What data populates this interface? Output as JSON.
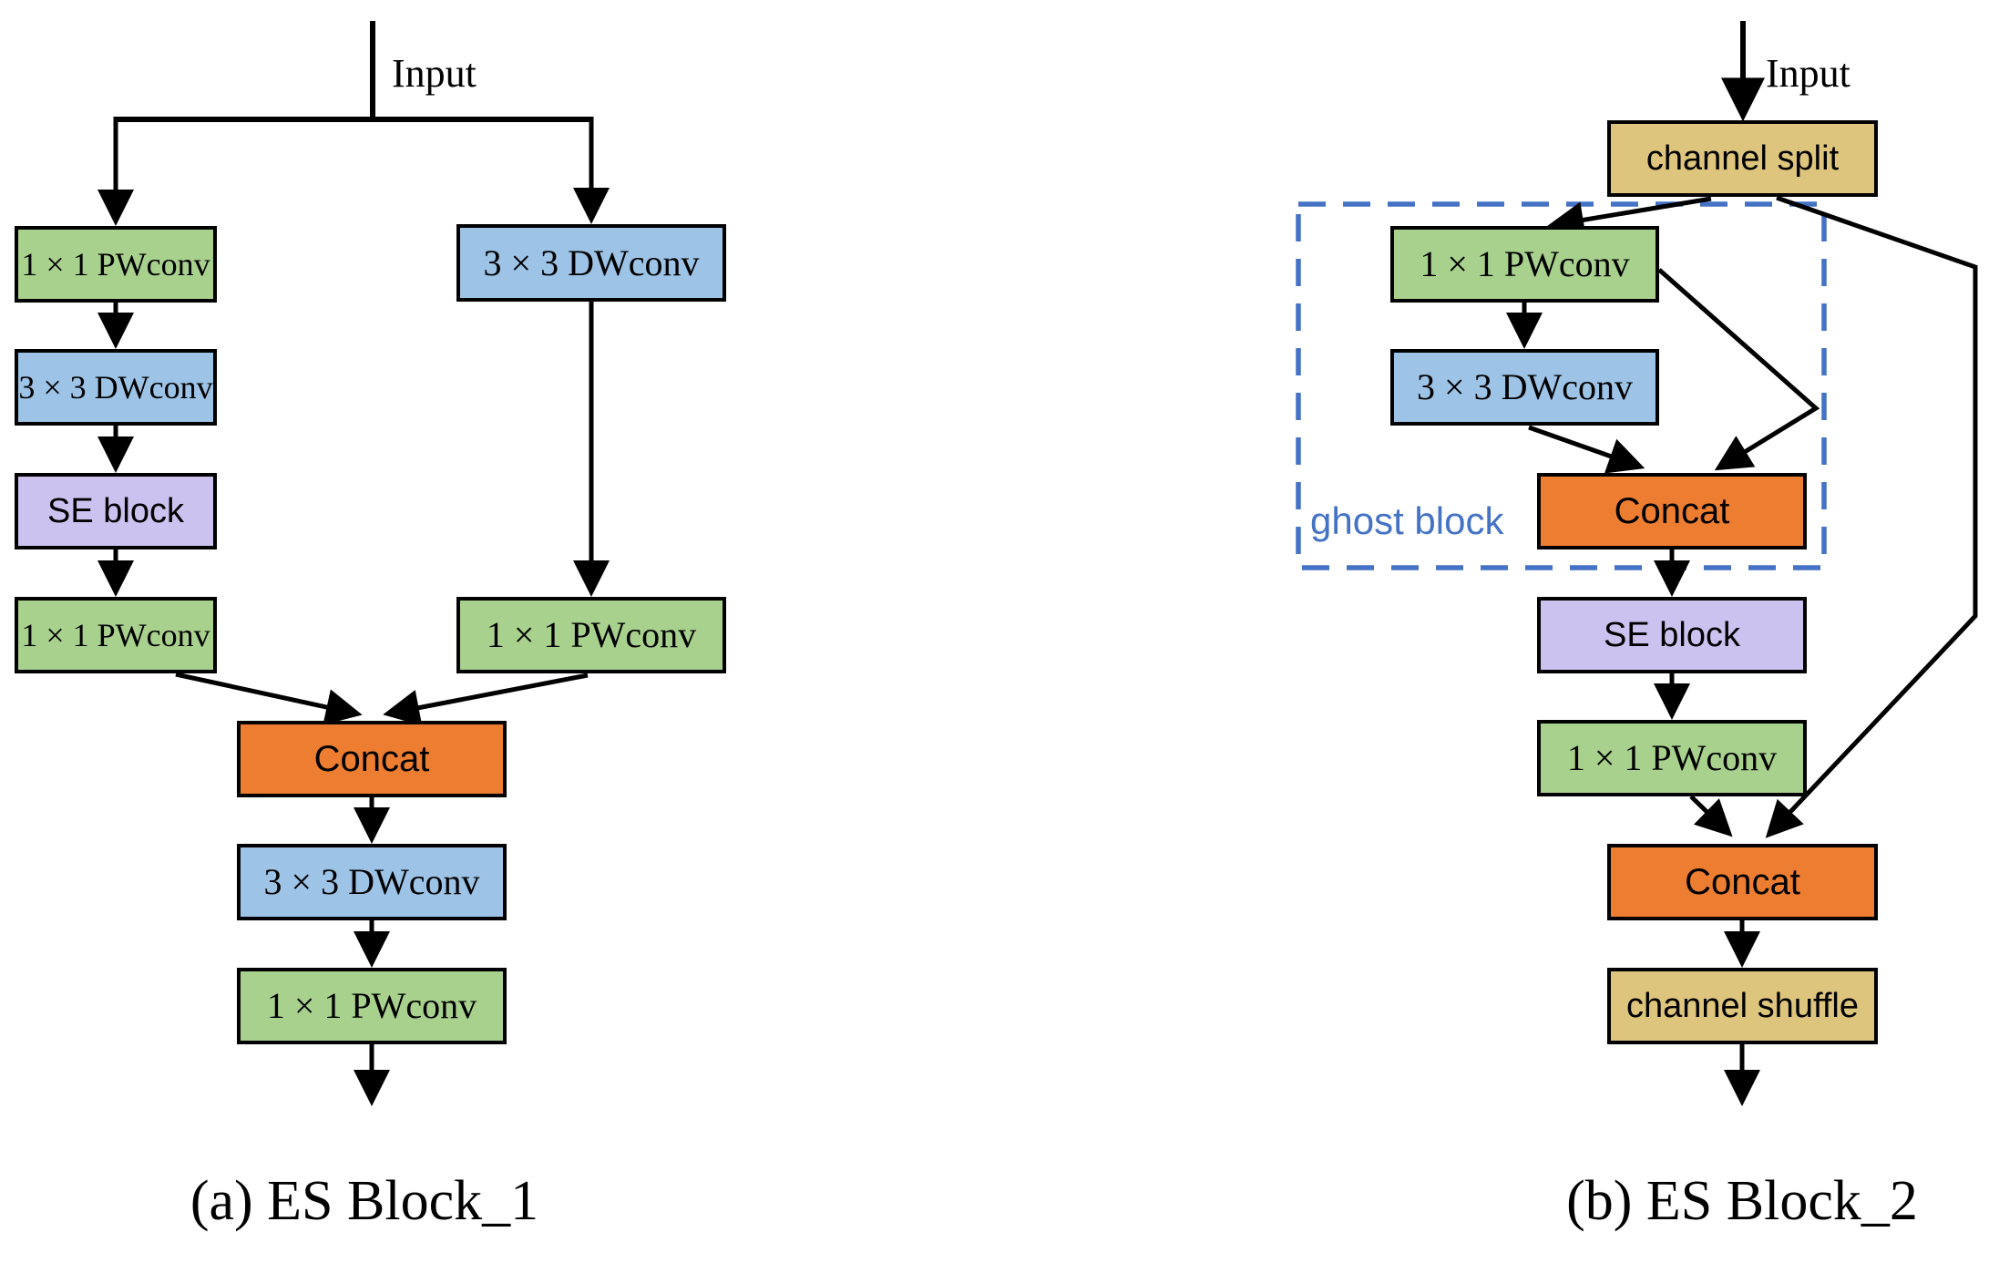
{
  "palette": {
    "pwconv_green": "#a9d18e",
    "dwconv_blue": "#9dc3e6",
    "se_lavender": "#ccc2f0",
    "concat_orange": "#ed7d31",
    "channel_tan": "#ddc57d",
    "ghost_dashed_blue": "#4472c4",
    "line_black": "#000000"
  },
  "diagram_a": {
    "caption": "(a) ES Block_1",
    "input_label": "Input",
    "boxes": {
      "pwconv_top": "1 × 1 PWconv",
      "dwconv_mid": "3 × 3 DWconv",
      "se_block": "SE block",
      "pwconv_left_bottom": "1 × 1 PWconv",
      "dwconv_right": "3 × 3 DWconv",
      "pwconv_right": "1 × 1 PWconv",
      "concat": "Concat",
      "dwconv_bottom": "3 × 3 DWconv",
      "pwconv_bottom": "1 × 1 PWconv"
    }
  },
  "diagram_b": {
    "caption": "(b) ES Block_2",
    "input_label": "Input",
    "ghost_label": "ghost block",
    "boxes": {
      "channel_split": "channel split",
      "pwconv_ghost": "1 × 1 PWconv",
      "dwconv_ghost": "3 × 3 DWconv",
      "concat_ghost": "Concat",
      "se_block": "SE block",
      "pwconv_main": "1 × 1 PWconv",
      "concat_out": "Concat",
      "channel_shuffle": "channel shuffle"
    }
  }
}
